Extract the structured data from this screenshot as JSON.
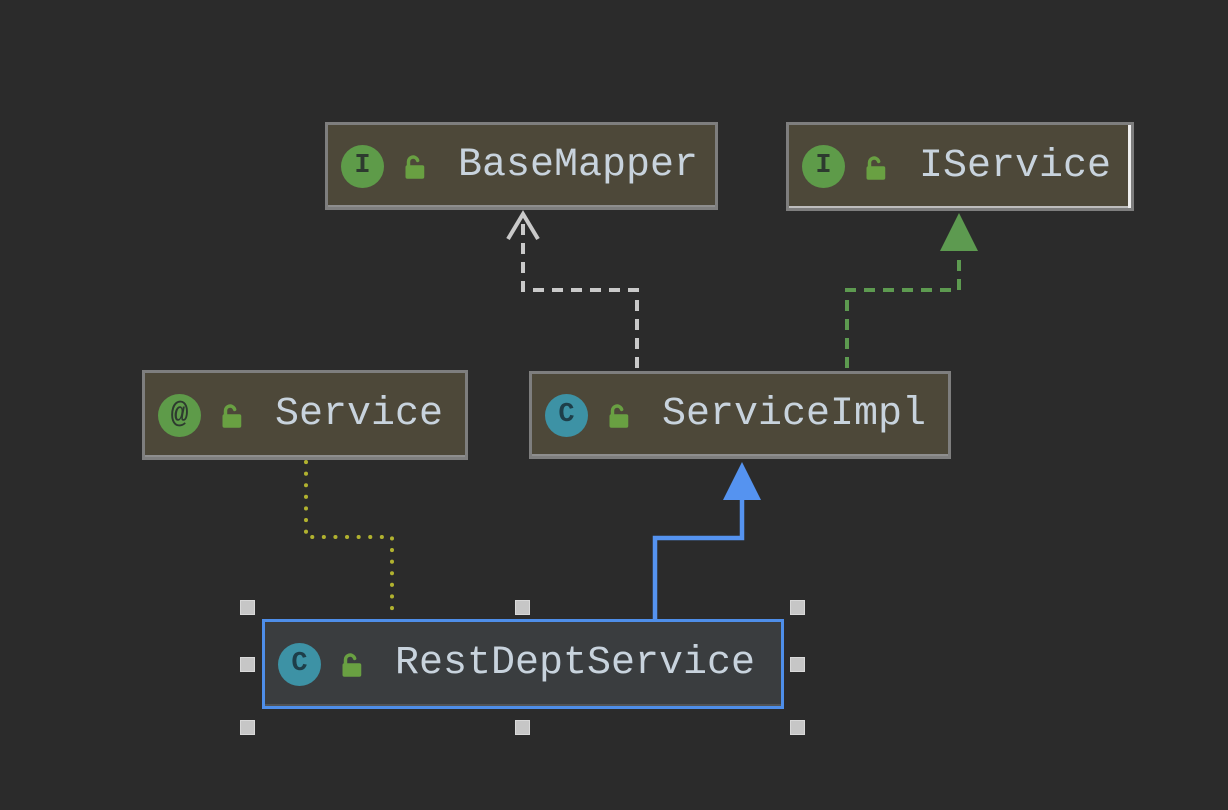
{
  "nodes": [
    {
      "label": "BaseMapper",
      "icon_letter": "I",
      "type": "interface",
      "visibility": "public",
      "selected": false
    },
    {
      "label": "IService",
      "icon_letter": "I",
      "type": "interface",
      "visibility": "public",
      "selected": false
    },
    {
      "label": "Service",
      "icon_letter": "@",
      "type": "annotation",
      "visibility": "public",
      "selected": false
    },
    {
      "label": "ServiceImpl",
      "icon_letter": "C",
      "type": "class",
      "visibility": "public",
      "selected": false
    },
    {
      "label": "RestDeptService",
      "icon_letter": "C",
      "type": "class",
      "visibility": "public",
      "selected": true
    }
  ],
  "edges": [
    {
      "from": "ServiceImpl",
      "to": "BaseMapper",
      "style": "dashed",
      "arrow": "open-v",
      "color": "#c9c9c9"
    },
    {
      "from": "ServiceImpl",
      "to": "IService",
      "style": "dashed",
      "arrow": "filled-triangle",
      "color": "#5d9a50"
    },
    {
      "from": "RestDeptService",
      "to": "ServiceImpl",
      "style": "solid",
      "arrow": "filled-triangle",
      "color": "#5593f0"
    },
    {
      "from": "RestDeptService",
      "to": "Service",
      "style": "dotted",
      "arrow": "none",
      "color": "#b1b22f"
    }
  ],
  "selection": {
    "handle_count": 8,
    "handle_color": "#c6c6c6",
    "border_color": "#4e8ee9"
  },
  "colors": {
    "background": "#2b2b2b",
    "node_fill": "#4d4839",
    "node_border": "#7e7e7e",
    "selected_fill": "#3a3d3f",
    "label_text": "#c8d3dd",
    "interface_green": "#5e9b49",
    "class_teal": "#3d92a5",
    "lock_green": "#69a042",
    "edge_white": "#c9c9c9",
    "edge_green": "#5d9a50",
    "edge_blue": "#5593f0",
    "edge_yellow": "#b1b22f"
  }
}
